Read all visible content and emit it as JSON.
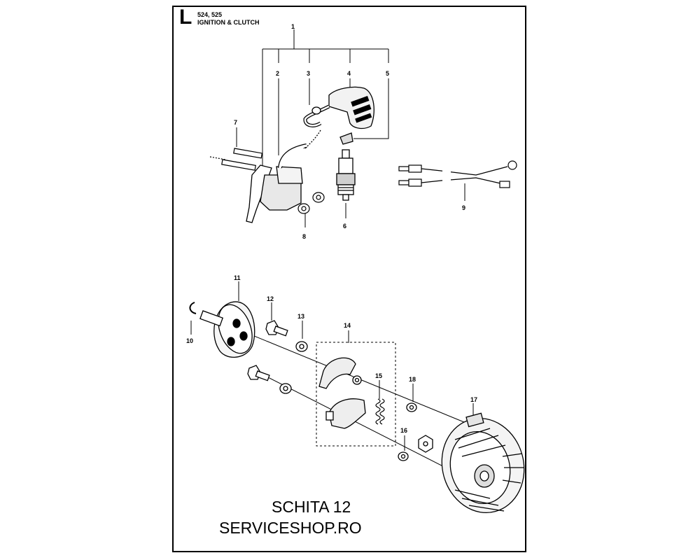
{
  "header": {
    "section_letter": "L",
    "model": "524, 525",
    "title": "IGNITION & CLUTCH"
  },
  "callouts": {
    "c1": "1",
    "c2": "2",
    "c3": "3",
    "c4": "4",
    "c5": "5",
    "c6": "6",
    "c7": "7",
    "c8": "8",
    "c9": "9",
    "c10": "10",
    "c11": "11",
    "c12": "12",
    "c13": "13",
    "c14": "14",
    "c15": "15",
    "c16": "16",
    "c17": "17",
    "c18": "18"
  },
  "footer": {
    "schema": "SCHITA 12",
    "shop": "SERVICESHOP.RO"
  }
}
